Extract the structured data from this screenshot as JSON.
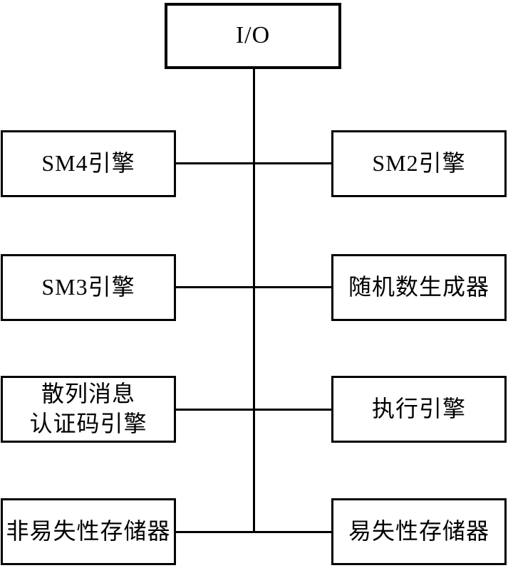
{
  "diagram": {
    "type": "block-diagram",
    "root": {
      "label": "I/O"
    },
    "left_column": [
      {
        "label": "SM4引擎"
      },
      {
        "label": "SM3引擎"
      },
      {
        "label": "散列消息\n认证码引擎"
      },
      {
        "label": "非易失性存储器"
      }
    ],
    "right_column": [
      {
        "label": "SM2引擎"
      },
      {
        "label": "随机数生成器"
      },
      {
        "label": "执行引擎"
      },
      {
        "label": "易失性存储器"
      }
    ],
    "bus": {
      "connects": [
        "I/O",
        "SM4引擎",
        "SM2引擎",
        "SM3引擎",
        "随机数生成器",
        "散列消息\n认证码引擎",
        "执行引擎",
        "非易失性存储器",
        "易失性存储器"
      ]
    },
    "colors": {
      "background": "#ffffff",
      "box_border": "#000000",
      "line": "#000000",
      "text": "#000000"
    }
  }
}
